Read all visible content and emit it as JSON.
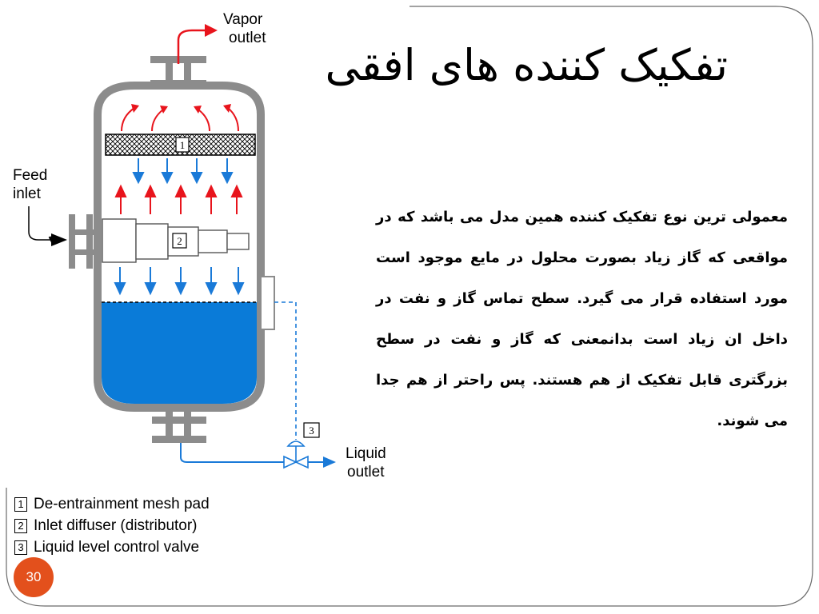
{
  "slide": {
    "title": "تفکیک کننده های افقی",
    "body": "معمولی ترین نوع تفکیک کننده همین مدل می باشد که در مواقعی که گاز زیاد بصورت محلول در مایع موجود است مورد استفاده قرار می گیرد. سطح تماس گاز و نفت در داخل ان زیاد است بدانمعنی که گاز و نفت در سطح بزرگتری قابل تفکیک از هم هستند. پس راحتر از هم جدا می شوند.",
    "slide_number": "30"
  },
  "diagram": {
    "labels": {
      "vapor": "Vapor",
      "outlet": "outlet",
      "feed": "Feed",
      "inlet": "inlet",
      "liquid": "Liquid",
      "liquid_outlet": "outlet"
    },
    "markers": [
      "1",
      "2",
      "3"
    ],
    "legend": [
      {
        "num": "1",
        "text": "De-entrainment mesh pad"
      },
      {
        "num": "2",
        "text": "Inlet diffuser (distributor)"
      },
      {
        "num": "3",
        "text": "Liquid level control valve"
      }
    ],
    "colors": {
      "liquid": "#0a7bd8",
      "vapor_arrow": "#e8141c",
      "liquid_arrow": "#1a7ad8",
      "vessel": "#8c8c8c",
      "slide_badge": "#e3501c"
    }
  }
}
